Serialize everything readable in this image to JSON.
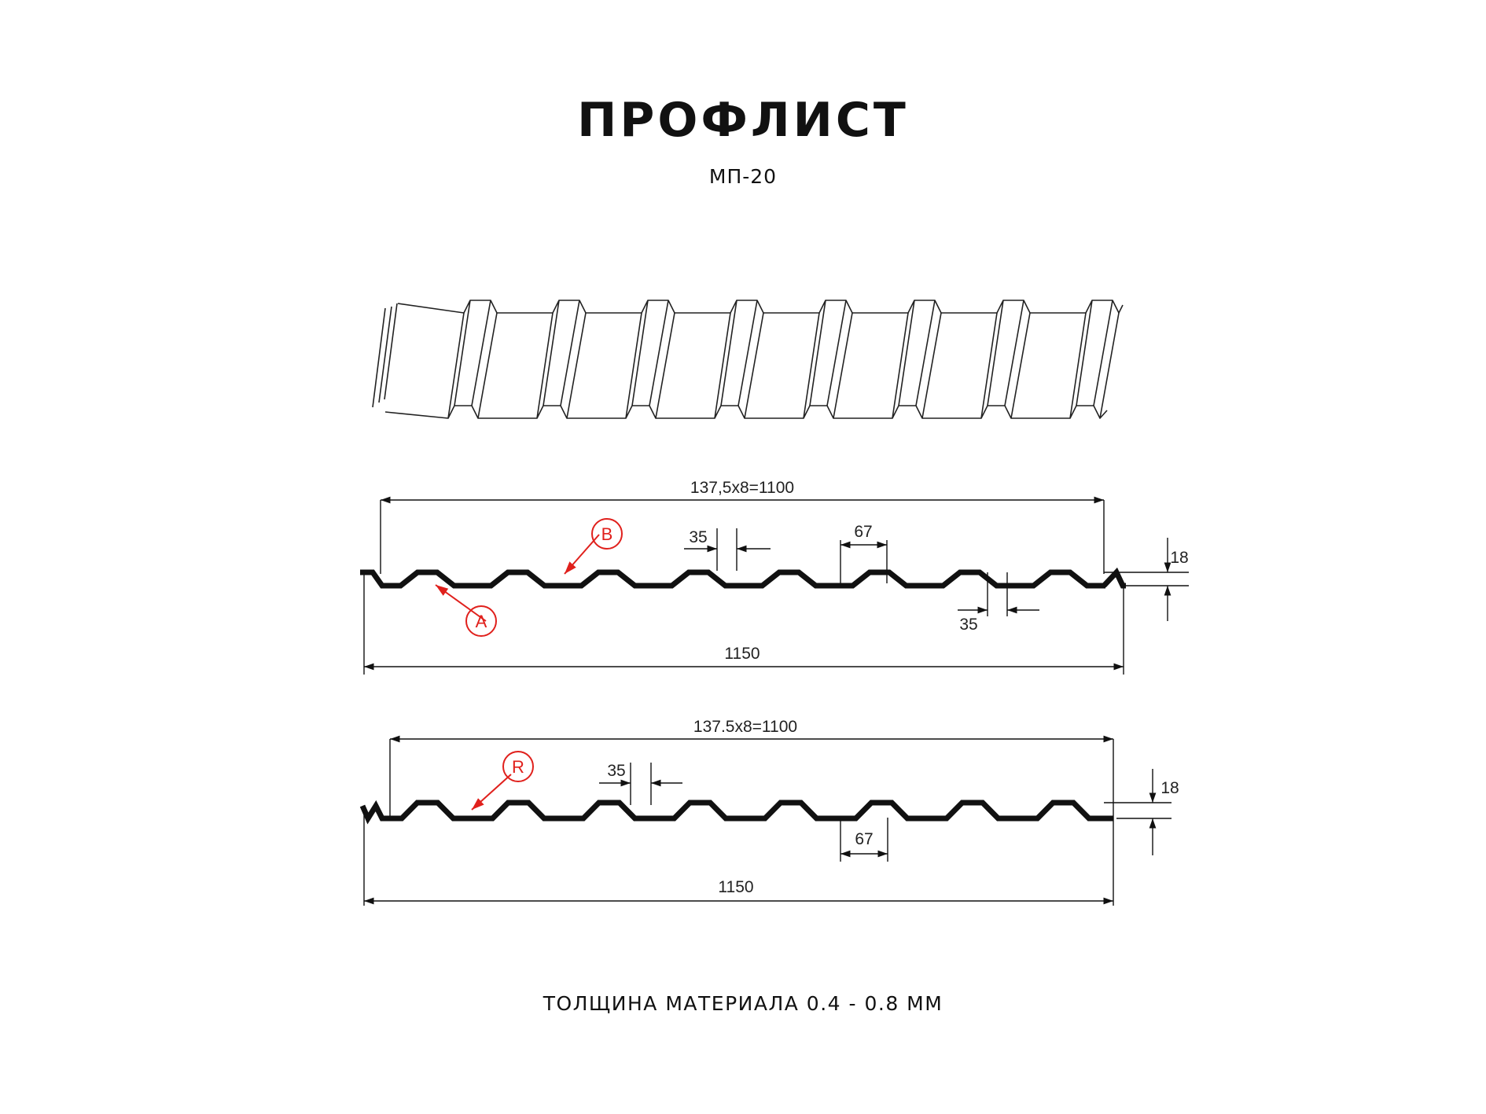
{
  "title": "ПРОФЛИСТ",
  "subtitle": "МП-20",
  "footer": "ТОЛЩИНА МАТЕРИАЛА 0.4 - 0.8 ММ",
  "profile_1": {
    "total_label": "137,5x8=1100",
    "top_width_label": "35",
    "bottom_width_label": "67",
    "height_label": "18",
    "bottom_gap_label": "35",
    "full_width_label": "1150",
    "marker_a": "A",
    "marker_b": "B"
  },
  "profile_2": {
    "total_label": "137.5x8=1100",
    "top_width_label": "35",
    "bottom_width_label": "67",
    "height_label": "18",
    "full_width_label": "1150",
    "marker_r": "R"
  },
  "colors": {
    "marker": "#e0201c",
    "line": "#111111"
  }
}
